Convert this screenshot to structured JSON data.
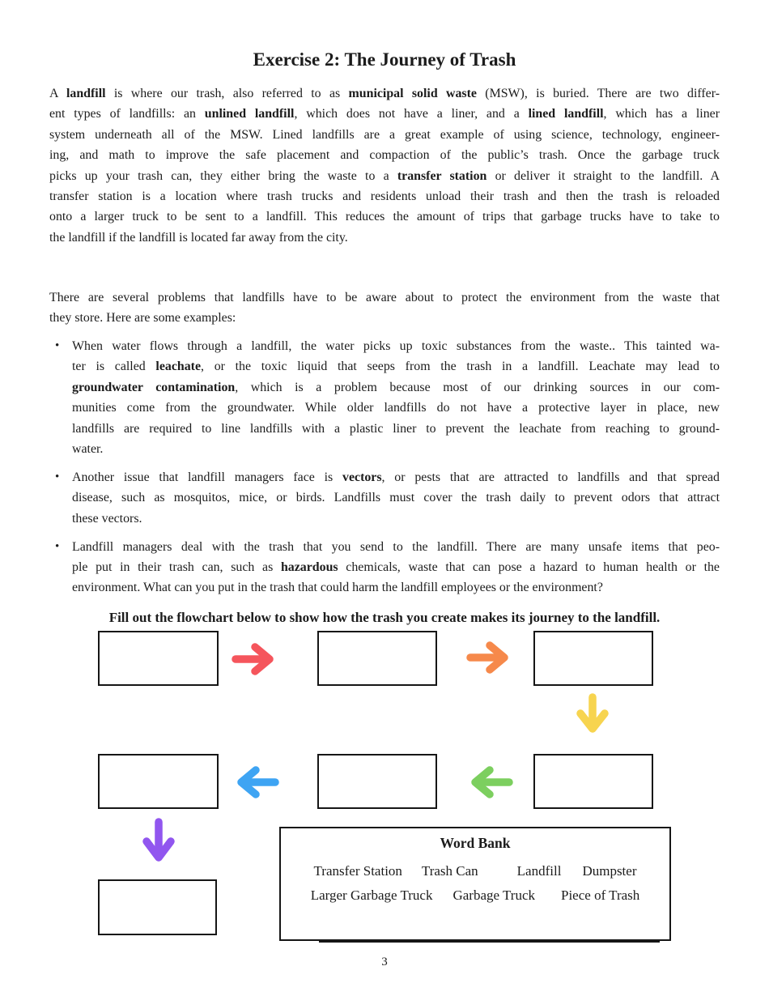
{
  "title": "Exercise 2: The Journey of Trash",
  "page_number": "3",
  "paragraph1": {
    "lines": [
      [
        {
          "t": "A "
        },
        {
          "t": "landfill",
          "b": true
        },
        {
          "t": " is where our trash, also referred to as "
        },
        {
          "t": "municipal solid waste",
          "b": true
        },
        {
          "t": " (MSW), is buried.  There are two differ-"
        }
      ],
      [
        {
          "t": "ent types of landfills: an "
        },
        {
          "t": "unlined landfill",
          "b": true
        },
        {
          "t": ", which does not have a liner, and a "
        },
        {
          "t": "lined landfill",
          "b": true
        },
        {
          "t": ", which has a liner"
        }
      ],
      [
        {
          "t": "system underneath all of the MSW.  Lined landfills are a great example of using science, technology, engineer-"
        }
      ],
      [
        {
          "t": "ing, and math to improve the safe placement and compaction of the public’s trash.  Once the garbage truck"
        }
      ],
      [
        {
          "t": "picks up your trash can, they either bring the waste to a "
        },
        {
          "t": "transfer station",
          "b": true
        },
        {
          "t": " or deliver it straight to the landfill.  A"
        }
      ],
      [
        {
          "t": "transfer station is a location where trash trucks and residents unload their trash and then the trash is reloaded"
        }
      ],
      [
        {
          "t": "onto a larger truck to be sent to a landfill.  This reduces the amount of trips that garbage trucks have to take to"
        }
      ],
      [
        {
          "t": "the landfill if the landfill is located far away from the city."
        }
      ]
    ]
  },
  "paragraph2": {
    "lines": [
      [
        {
          "t": "There are several problems that landfills have to be aware about to protect the environment from the waste that"
        }
      ],
      [
        {
          "t": "they store.  Here are some examples:"
        }
      ]
    ]
  },
  "bullets": [
    {
      "lines": [
        [
          {
            "t": "When water flows through a landfill, the water picks up toxic substances from the waste.. This tainted wa-"
          }
        ],
        [
          {
            "t": "ter is called "
          },
          {
            "t": "leachate",
            "b": true
          },
          {
            "t": ", or the toxic liquid that seeps from the trash in a landfill.  Leachate may lead to"
          }
        ],
        [
          {
            "t": "groundwater contamination",
            "b": true
          },
          {
            "t": ", which is a problem because most of our drinking sources in our com-"
          }
        ],
        [
          {
            "t": "munities come from the groundwater.  While older landfills do not have a protective layer in place, new"
          }
        ],
        [
          {
            "t": "landfills are required to line landfills with a plastic liner to prevent the leachate from reaching to ground-"
          }
        ],
        [
          {
            "t": "water."
          }
        ]
      ]
    },
    {
      "lines": [
        [
          {
            "t": "Another issue that landfill managers face is "
          },
          {
            "t": "vectors",
            "b": true
          },
          {
            "t": ", or pests that are attracted to landfills and that spread"
          }
        ],
        [
          {
            "t": "disease, such as mosquitos, mice, or birds.  Landfills must cover the trash daily to prevent odors that attract"
          }
        ],
        [
          {
            "t": "these vectors."
          }
        ]
      ]
    },
    {
      "lines": [
        [
          {
            "t": "Landfill managers deal with the trash that you send to the landfill.  There are many unsafe items that peo-"
          }
        ],
        [
          {
            "t": "ple put in their trash can, such as "
          },
          {
            "t": "hazardous",
            "b": true
          },
          {
            "t": " chemicals, waste that can pose a hazard to human health or the"
          }
        ],
        [
          {
            "t": "environment.  What can you put in the trash that could harm the landfill employees or the environment?"
          }
        ]
      ]
    }
  ],
  "instruction": "Fill out the flowchart below to show how the trash you create makes its journey to the landfill.",
  "flowchart": {
    "boxes": [
      {
        "value": ""
      },
      {
        "value": ""
      },
      {
        "value": ""
      },
      {
        "value": ""
      },
      {
        "value": ""
      },
      {
        "value": ""
      },
      {
        "value": ""
      }
    ]
  },
  "word_bank": {
    "title": "Word Bank",
    "row1": [
      "Transfer Station",
      "Trash Can",
      "Landfill",
      "Dumpster"
    ],
    "row2": [
      "Larger Garbage Truck",
      "Garbage Truck",
      "Piece of Trash"
    ]
  },
  "colors": {
    "red_arrow": "#f5555c",
    "orange_arrow": "#f6894b",
    "yellow_arrow": "#f7d44f",
    "blue_arrow": "#3ea4f3",
    "green_arrow": "#7ccf5f",
    "purple_arrow": "#9156ef",
    "ink": "#1c1c1c",
    "box_border": "#161616"
  }
}
